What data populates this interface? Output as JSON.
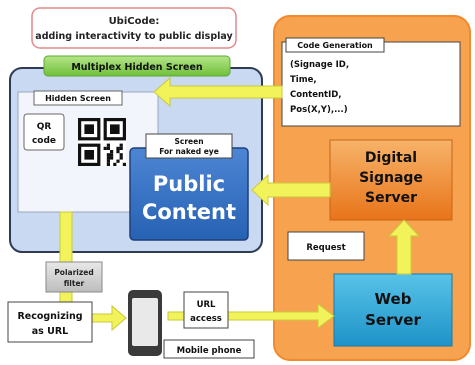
{
  "title": {
    "line1": "UbiCode:",
    "line2": "adding interactivity to public display"
  },
  "multiplex_label": "Multiplex Hidden Screen",
  "hidden_screen_label": "Hidden Screen",
  "qr_label": {
    "line1": "QR",
    "line2": "code"
  },
  "screen_label": {
    "line1": "Screen",
    "line2": "For naked eye"
  },
  "public_content": {
    "line1": "Public",
    "line2": "Content"
  },
  "code_generation": {
    "label": "Code Generation",
    "fields": [
      "(Signage ID,",
      "Time,",
      "ContentID,",
      "Pos(X,Y),...)"
    ]
  },
  "signage_server": {
    "line1": "Digital",
    "line2": "Signage",
    "line3": "Server"
  },
  "request_label": "Request",
  "web_server": {
    "line1": "Web",
    "line2": "Server"
  },
  "polarized_filter": {
    "line1": "Polarized",
    "line2": "filter"
  },
  "recognizing": {
    "line1": "Recognizing",
    "line2": "as URL"
  },
  "url_access": {
    "line1": "URL",
    "line2": "access"
  },
  "mobile_phone_label": "Mobile phone",
  "colors": {
    "orange_panel": "#f6a24e",
    "signage_server": "#ee7a1c",
    "web_server": "#2aa7d8",
    "blue_panel": "#c9d9f1",
    "public_content": "#2e6bc0",
    "green_bar": "#8fd05a",
    "arrow": "#f2f25a"
  }
}
